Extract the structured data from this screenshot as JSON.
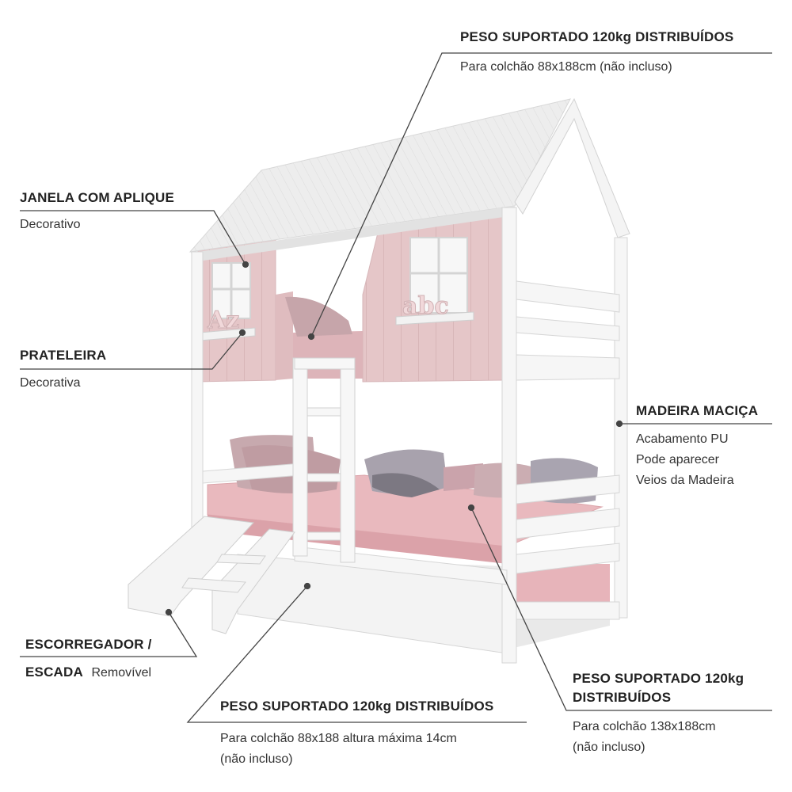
{
  "callouts": {
    "top_weight": {
      "title": "PESO SUPORTADO 120kg DISTRIBUÍDOS",
      "desc": "Para colchão 88x188cm (não incluso)"
    },
    "window": {
      "title": "JANELA COM APLIQUE",
      "desc": "Decorativo"
    },
    "shelf": {
      "title": "PRATELEIRA",
      "desc": "Decorativa"
    },
    "wood": {
      "title": "MADEIRA MACIÇA",
      "desc_lines": [
        "Acabamento PU",
        "Pode aparecer",
        "Veios da Madeira"
      ]
    },
    "slide": {
      "title_line1": "ESCORREGADOR /",
      "title_line2": "ESCADA",
      "desc": "Removível"
    },
    "bottom_weight": {
      "title": "PESO SUPORTADO 120kg DISTRIBUÍDOS",
      "desc_lines": [
        "Para colchão 88x188 altura máxima 14cm",
        "(não incluso)"
      ]
    },
    "lower_weight": {
      "title_lines": [
        "PESO SUPORTADO 120kg",
        "DISTRIBUÍDOS"
      ],
      "desc_lines": [
        "Para colchão 138x188cm",
        "(não incluso)"
      ]
    }
  },
  "applique": {
    "left_letters": "Az",
    "right_letters": "abc"
  },
  "colors": {
    "frame": "#f6f6f6",
    "frame_edge": "#d8d8d8",
    "roof": "#ececec",
    "pink_panel": "#e5c6c8",
    "mattress": "#e9b9be",
    "pillow": "#c9aeb2",
    "line": "#444444"
  }
}
